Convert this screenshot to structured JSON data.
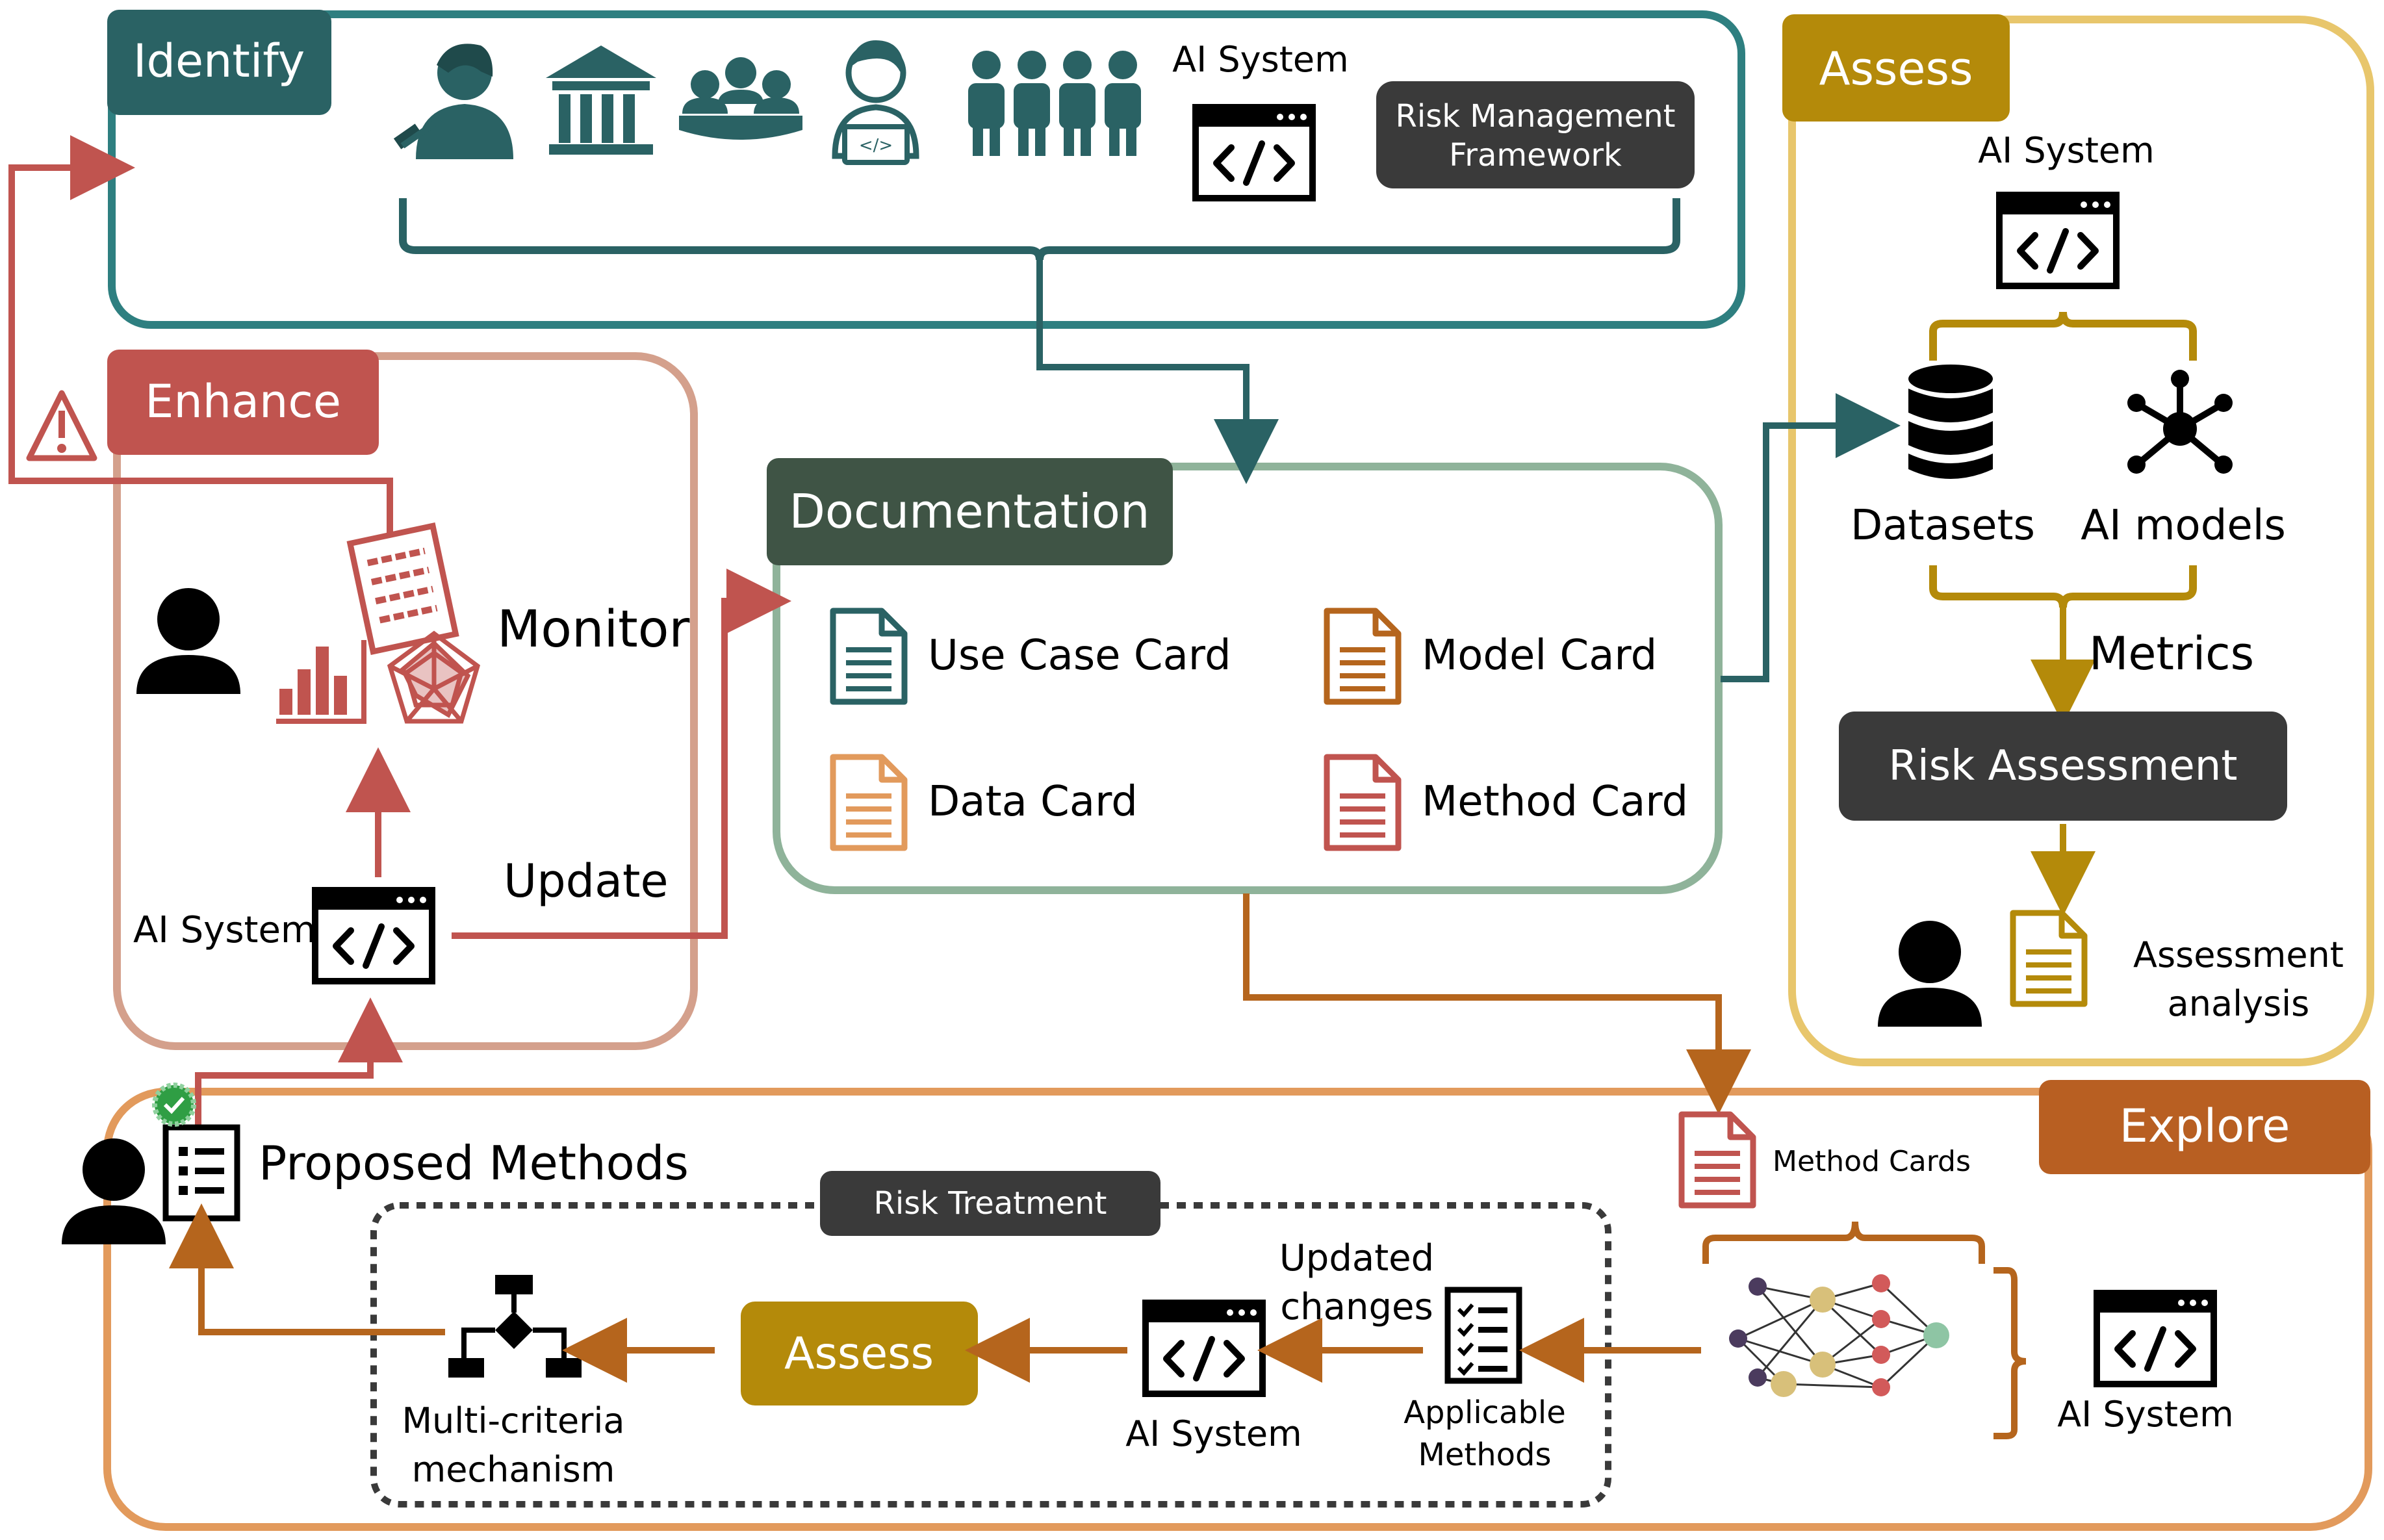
{
  "sections": {
    "identify": {
      "title": "Identify",
      "ai_system": "AI System",
      "framework_line1": "Risk Management",
      "framework_line2": "Framework"
    },
    "enhance": {
      "title": "Enhance",
      "monitor": "Monitor",
      "update": "Update",
      "ai_system": "AI System"
    },
    "documentation": {
      "title": "Documentation",
      "cards": {
        "use_case": "Use Case Card",
        "model": "Model Card",
        "data": "Data Card",
        "method": "Method Card"
      }
    },
    "assess": {
      "title": "Assess",
      "ai_system": "AI System",
      "datasets": "Datasets",
      "ai_models": "AI models",
      "metrics": "Metrics",
      "risk_assessment": "Risk Assessment",
      "analysis_line1": "Assessment",
      "analysis_line2": "analysis"
    },
    "explore": {
      "title": "Explore",
      "proposed_methods": "Proposed Methods",
      "risk_treatment": "Risk Treatment",
      "multi_line1": "Multi-criteria",
      "multi_line2": "mechanism",
      "assess_button": "Assess",
      "ai_system_mid": "AI System",
      "updated_line1": "Updated",
      "updated_line2": "changes",
      "applicable_line1": "Applicable",
      "applicable_line2": "Methods",
      "method_cards": "Method Cards",
      "ai_system_right": "AI System"
    }
  },
  "colors": {
    "identify": "#2e7f80",
    "identify_label": "#2a6264",
    "enhance": "#d4a08c",
    "enhance_label": "#c0544f",
    "documentation": "#8fb39a",
    "documentation_label": "#3f5445",
    "assess": "#e8c66c",
    "assess_label": "#b48a0a",
    "explore": "#e29a5c",
    "explore_label": "#b85f22",
    "dark_box": "#3a3a3a",
    "red_arrow": "#c0544f",
    "teal_arrow": "#2a6264",
    "gold_arrow": "#b48a0a",
    "brown_arrow": "#b5651d",
    "icon": "#2a6264"
  }
}
